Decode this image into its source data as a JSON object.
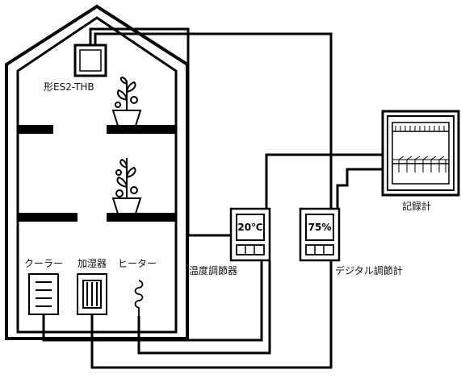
{
  "sensor": {
    "label": "形ES2-THB"
  },
  "devices": {
    "cooler": "クーラー",
    "humidifier": "加湿器",
    "heater": "ヒーター"
  },
  "temp_controller": {
    "display": "20℃",
    "label": "温度調節器"
  },
  "digital_meter": {
    "display": "75%",
    "label": "デジタル調節計"
  },
  "recorder": {
    "label": "記録計"
  }
}
